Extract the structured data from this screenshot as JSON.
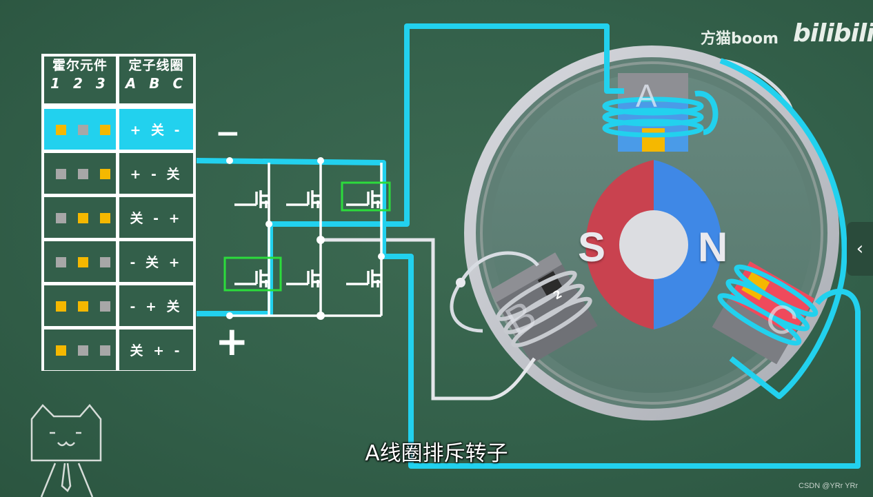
{
  "table": {
    "header_hall": "霍尔元件",
    "header_hall_sub": "1 2 3",
    "header_coil": "定子线圈",
    "header_coil_sub": "A B C",
    "rows": [
      {
        "hall": [
          "y",
          "g",
          "y"
        ],
        "coils": "+ 关 -",
        "active": true
      },
      {
        "hall": [
          "g",
          "g",
          "y"
        ],
        "coils": "+ - 关",
        "active": false
      },
      {
        "hall": [
          "g",
          "y",
          "y"
        ],
        "coils": "关 - +",
        "active": false
      },
      {
        "hall": [
          "g",
          "y",
          "g"
        ],
        "coils": "- 关 +",
        "active": false
      },
      {
        "hall": [
          "y",
          "y",
          "g"
        ],
        "coils": "- + 关",
        "active": false
      },
      {
        "hall": [
          "y",
          "g",
          "g"
        ],
        "coils": "关 + -",
        "active": false
      }
    ]
  },
  "supply": {
    "minus": "−",
    "plus": "+"
  },
  "motor": {
    "rotor_south": "S",
    "rotor_north": "N",
    "coil_a": "A",
    "coil_b": "B",
    "coil_c": "C",
    "hall_sensor_b_number": "2"
  },
  "brand": {
    "author": "方猫boom",
    "logo": "bilibili"
  },
  "subtitle": "A线圈排斥转子",
  "credit": "CSDN @YRr YRr",
  "colors": {
    "background": "#33604a",
    "active_wire": "#22d1ee",
    "highlight_box": "#2cdc3c",
    "hall_on": "#f5b800",
    "hall_off": "#a7a7a7",
    "rotor_south": "#c9424f",
    "rotor_north": "#3f88e6"
  }
}
